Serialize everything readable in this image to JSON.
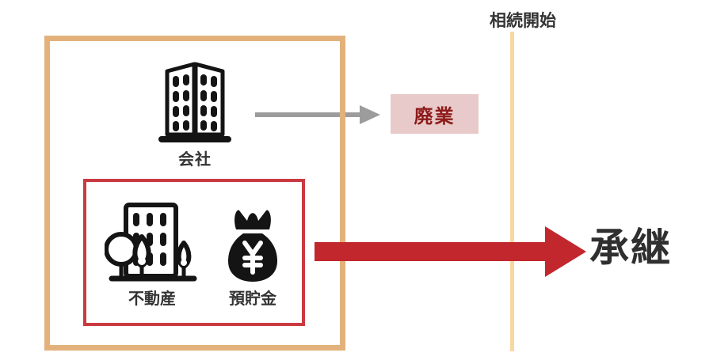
{
  "diagram": {
    "timeline": {
      "label": "相続開始"
    },
    "company": {
      "label": "会社"
    },
    "closure": {
      "label": "廃業"
    },
    "assets": {
      "real_estate_label": "不動産",
      "deposits_label": "預貯金",
      "currency_symbol": "¥"
    },
    "succession": {
      "label": "承継"
    },
    "icons": [
      "company-building-icon",
      "real-estate-building-icon",
      "money-bag-yen-icon",
      "closure-gray-arrow-icon",
      "succession-red-arrow-icon"
    ]
  },
  "colors": {
    "tan-border": "#e3b27c",
    "timeline-tan": "#f9d7a0",
    "arrow-red": "#c1272d",
    "assets-red": "#ca3a40",
    "closure-pink": "#e8caca",
    "closure-red": "#8e1b1b",
    "arrow-gray": "#9c9c9c",
    "ink": "#333333"
  }
}
